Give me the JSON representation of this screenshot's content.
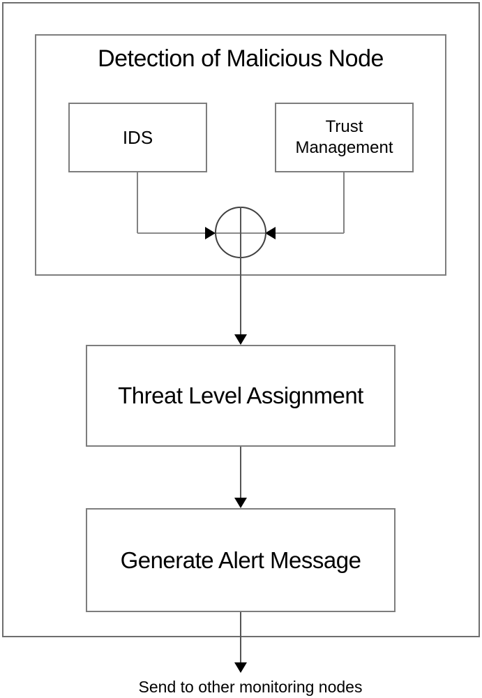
{
  "diagram": {
    "type": "flowchart",
    "detection_group": {
      "title": "Detection of Malicious Node",
      "nodes": {
        "ids": {
          "label": "IDS"
        },
        "trust_management": {
          "label": "Trust Management",
          "lines": [
            "Trust",
            "Management"
          ]
        }
      },
      "junction": {
        "name": "summing-junction",
        "symbol": "circle-plus",
        "inputs": [
          "IDS",
          "Trust Management"
        ]
      }
    },
    "nodes": {
      "threat_level": {
        "label": "Threat Level Assignment"
      },
      "generate_alert": {
        "label": "Generate Alert Message"
      }
    },
    "output_caption": "Send to other monitoring nodes",
    "flow_order": [
      "Detection of Malicious Node",
      "Threat Level Assignment",
      "Generate Alert Message",
      "Send to other monitoring nodes"
    ],
    "colors": {
      "background": "#ffffff",
      "box_border": "#7d7d7d",
      "outer_border": "#6e6e6e",
      "connector_line": "#828282",
      "junction_stroke": "#3f3f3f",
      "arrowhead": "#000000",
      "text": "#000000"
    }
  }
}
